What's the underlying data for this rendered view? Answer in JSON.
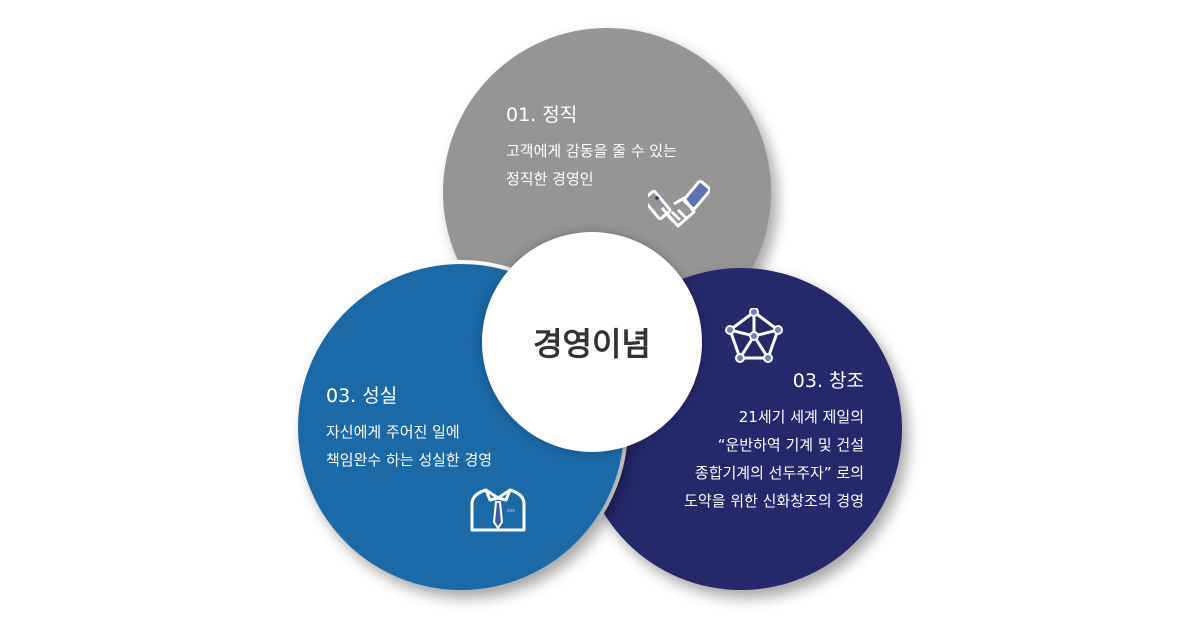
{
  "center": {
    "title": "경영이념"
  },
  "items": [
    {
      "title": "01. 정직",
      "lines": [
        "고객에게 감동을 줄 수 있는",
        "정직한 경영인"
      ],
      "icon": "handshake-icon",
      "color": "#959595"
    },
    {
      "title": "03. 성실",
      "lines": [
        "자신에게 주어진 일에",
        "책임완수 하는 성실한 경영"
      ],
      "icon": "shirt-tie-icon",
      "color": "#1c69a7"
    },
    {
      "title": "03. 창조",
      "lines": [
        "21세기 세계 제일의",
        "“운반하역 기계 및 건설",
        "종합기계의 선두주자” 로의",
        "도약을 위한 신화창조의 경영"
      ],
      "icon": "network-icon",
      "color": "#25296b"
    }
  ]
}
